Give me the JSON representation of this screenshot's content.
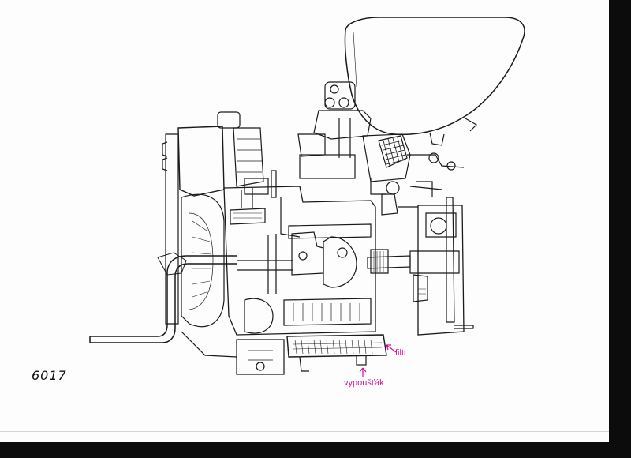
{
  "figure_number": "6017",
  "annotations": {
    "filtr": "filtr",
    "vypustak": "vypoušťák"
  },
  "colors": {
    "paper": "#fdfdfd",
    "ink": "#1a1a1a",
    "annotation": "#d0139a",
    "scan_border": "#0c0c0c"
  }
}
